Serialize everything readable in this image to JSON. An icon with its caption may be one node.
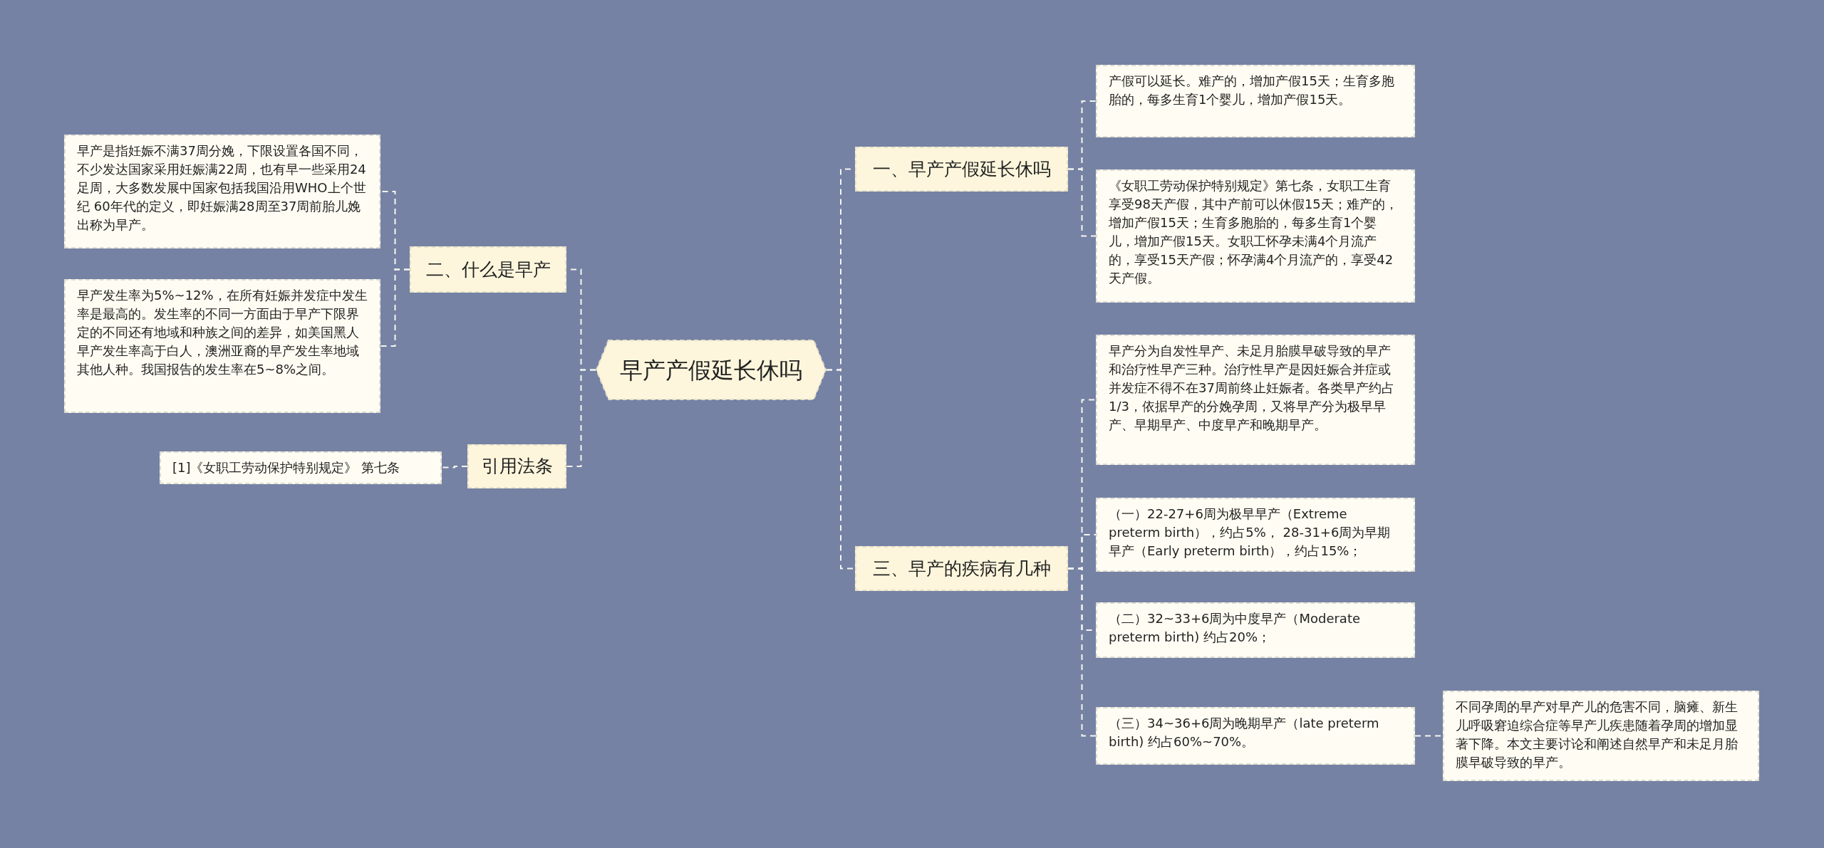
{
  "diagram": {
    "nodes": [
      {
        "text": [
          "早产产假延长休吗"
        ]
      },
      {
        "text": [
          "一、早产产假延长休吗"
        ]
      },
      {
        "text": [
          "产假可以延长。难产的，增加产假15天；生育多胞胎的，每多生育1个婴儿，增加产假15天。"
        ]
      },
      {
        "text": [
          "《女职工劳动保护特别规定》第七条，女职工生育享受98天产假，其中产前可以休假15天；难产的，增加产假15天；生育多胞胎的，每多生育1个婴儿，增加产假15天。女职工怀孕未满4个月流产的，享受15天产假；怀孕满4个月流产的，享受42天产假。"
        ]
      },
      {
        "text": [
          "三、早产的疾病有几种"
        ]
      },
      {
        "text": [
          "早产分为自发性早产、未足月胎膜早破导致的早产和治疗性早产三种。治疗性早产是因妊娠合并症或并发症不得不在37周前终止妊娠者。各类早产约占1/3，依据早产的分娩孕周，又将早产分为极早早产、早期早产、中度早产和晚期早产。"
        ]
      },
      {
        "text": [
          "（一）22-27+6周为极早早产（Extreme preterm birth），约占5%， 28-31+6周为早期早产（Early preterm birth），约占15%；"
        ]
      },
      {
        "text": [
          "（二）32~33+6周为中度早产（Moderate preterm birth) 约占20%；"
        ]
      },
      {
        "text": [
          "（三）34~36+6周为晚期早产（late preterm birth) 约占60%~70%。"
        ]
      },
      {
        "text": [
          "不同孕周的早产对早产儿的危害不同，脑瘫、新生儿呼吸窘迫综合症等早产儿疾患随着孕周的增加显著下降。本文主要讨论和阐述自然早产和未足月胎膜早破导致的早产。"
        ]
      },
      {
        "text": [
          "二、什么是早产"
        ]
      },
      {
        "text": [
          "早产是指妊娠不满37周分娩，下限设置各国不同，不少发达国家采用妊娠满22周，也有早一些采用24足周，大多数发展中国家包括我国沿用WHO上个世纪 60年代的定义，即妊娠满28周至37周前胎儿娩出称为早产。"
        ]
      },
      {
        "text": [
          "早产发生率为5%~12%，在所有妊娠并发症中发生率是最高的。发生率的不同一方面由于早产下限界定的不同还有地域和种族之间的差异，如美国黑人早产发生率高于白人，澳洲亚裔的早产发生率地域其他人种。我国报告的发生率在5~8%之间。"
        ]
      },
      {
        "text": [
          "引用法条"
        ]
      },
      {
        "text": [
          "[1]《女职工劳动保护特别规定》 第七条"
        ]
      }
    ],
    "edges": [
      {
        "from": 0,
        "to": 1,
        "arrow": "none"
      },
      {
        "from": 1,
        "to": 2,
        "arrow": "none"
      },
      {
        "from": 1,
        "to": 3,
        "arrow": "none"
      },
      {
        "from": 0,
        "to": 4,
        "arrow": "none"
      },
      {
        "from": 4,
        "to": 5,
        "arrow": "none"
      },
      {
        "from": 4,
        "to": 6,
        "arrow": "none"
      },
      {
        "from": 4,
        "to": 7,
        "arrow": "none"
      },
      {
        "from": 4,
        "to": 8,
        "arrow": "none"
      },
      {
        "from": 8,
        "to": 9,
        "arrow": "none"
      },
      {
        "from": 0,
        "to": 10,
        "arrow": "none"
      },
      {
        "from": 10,
        "to": 11,
        "arrow": "none"
      },
      {
        "from": 10,
        "to": 12,
        "arrow": "none"
      },
      {
        "from": 0,
        "to": 13,
        "arrow": "none"
      },
      {
        "from": 13,
        "to": 14,
        "arrow": "none"
      }
    ]
  }
}
